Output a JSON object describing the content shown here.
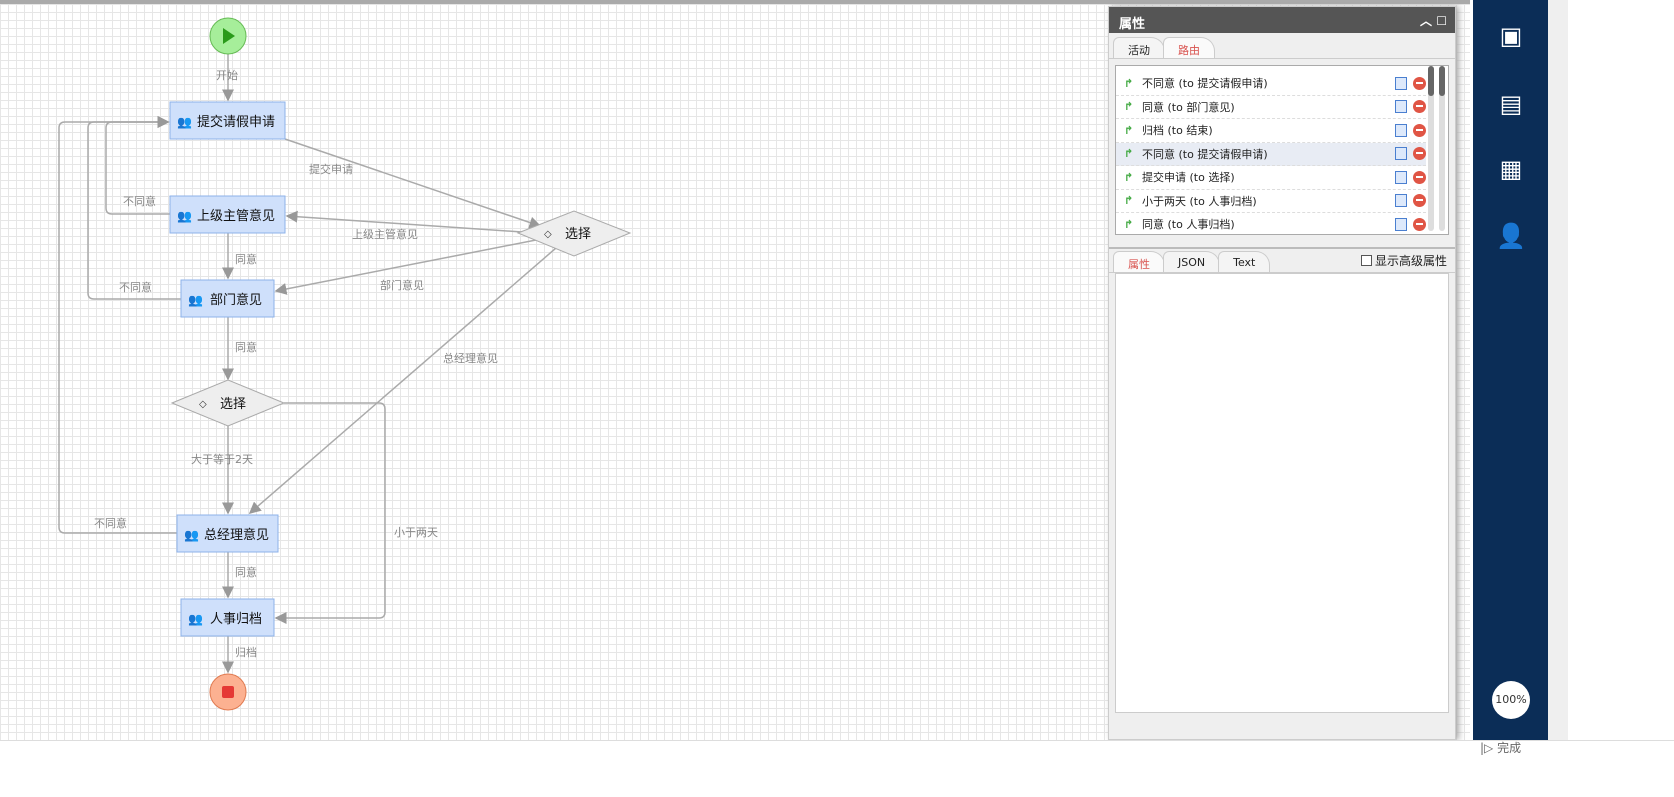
{
  "diagram": {
    "nodes": {
      "submit": "提交请假申请",
      "supervisor": "上级主管意见",
      "dept": "部门意见",
      "choice1": "选择",
      "choice2": "选择",
      "gm": "总经理意见",
      "hr": "人事归档"
    },
    "edges": {
      "start": "开始",
      "submit_apply": "提交申请",
      "disagree1": "不同意",
      "supervisor_opinion": "上级主管意见",
      "agree1": "同意",
      "disagree2": "不同意",
      "dept_opinion": "部门意见",
      "agree2": "同意",
      "gm_opinion": "总经理意见",
      "ge2days": "大于等于2天",
      "lt2days": "小于两天",
      "disagree3": "不同意",
      "agree3": "同意",
      "archive": "归档"
    }
  },
  "panel": {
    "title": "属性",
    "tabs": [
      "活动",
      "路由"
    ],
    "routes": [
      "不同意 (to 提交请假申请)",
      "同意 (to 部门意见)",
      "归档 (to 结束)",
      "不同意 (to 提交请假申请)",
      "提交申请 (to 选择)",
      "小于两天 (to 人事归档)",
      "同意 (to 人事归档)"
    ],
    "selected_route": 3,
    "bottom_tabs": [
      "属性",
      "JSON",
      "Text"
    ],
    "advanced_label": "显示高级属性"
  },
  "sidebar": {
    "icons": [
      "monitor-user-icon",
      "news-icon",
      "calendar-icon",
      "user-settings-icon"
    ],
    "zoom": "100%"
  },
  "status": {
    "done": "完成"
  }
}
